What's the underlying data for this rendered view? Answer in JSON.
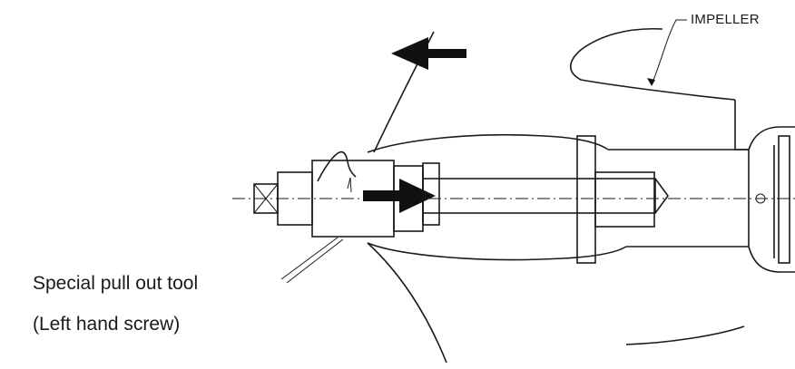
{
  "labels": {
    "impeller": "IMPELLER",
    "tool_line1": "Special pull out tool",
    "tool_line2": "(Left hand screw)"
  },
  "colors": {
    "ink": "#1a1a1a",
    "background": "#ffffff"
  }
}
